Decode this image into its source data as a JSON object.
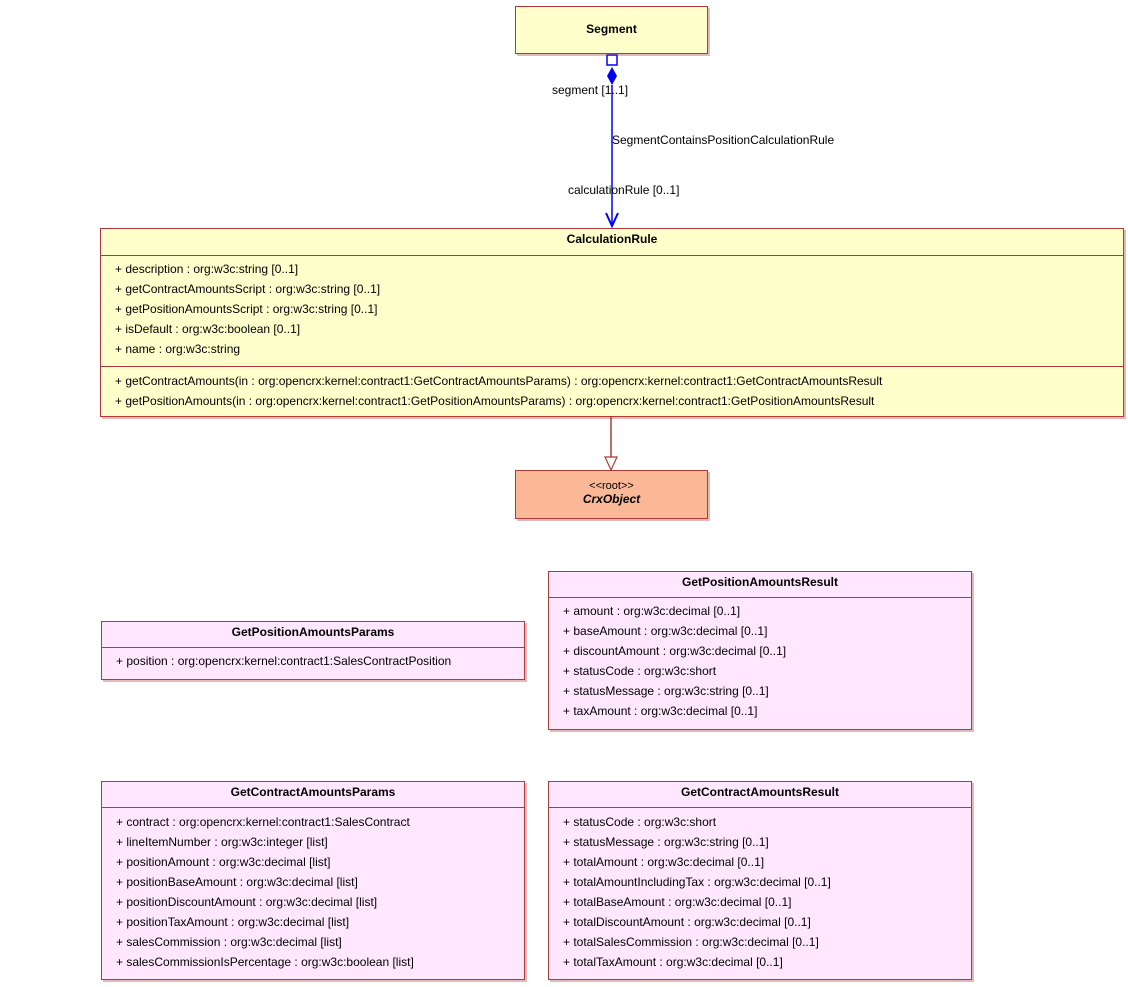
{
  "diagram": {
    "association": {
      "name": "SegmentContainsPositionCalculationRule",
      "source_end": "segment [1..1]",
      "target_end": "calculationRule [0..1]"
    },
    "classes": {
      "segment": {
        "name": "Segment",
        "color": "#ffffcc"
      },
      "calculation_rule": {
        "name": "CalculationRule",
        "color": "#ffffcc",
        "attributes": [
          "+ description : org:w3c:string [0..1]",
          "+ getContractAmountsScript : org:w3c:string [0..1]",
          "+ getPositionAmountsScript : org:w3c:string [0..1]",
          "+ isDefault : org:w3c:boolean [0..1]",
          "+ name : org:w3c:string"
        ],
        "operations": [
          "+ getContractAmounts(in : org:opencrx:kernel:contract1:GetContractAmountsParams) : org:opencrx:kernel:contract1:GetContractAmountsResult",
          "+ getPositionAmounts(in : org:opencrx:kernel:contract1:GetPositionAmountsParams) : org:opencrx:kernel:contract1:GetPositionAmountsResult"
        ]
      },
      "crx_object": {
        "stereotype": "<<root>>",
        "name": "CrxObject",
        "color": "#fbb896"
      },
      "get_position_amounts_params": {
        "name": "GetPositionAmountsParams",
        "color": "#ffe8ff",
        "attributes": [
          "+ position : org:opencrx:kernel:contract1:SalesContractPosition"
        ]
      },
      "get_position_amounts_result": {
        "name": "GetPositionAmountsResult",
        "color": "#ffe8ff",
        "attributes": [
          "+ amount : org:w3c:decimal [0..1]",
          "+ baseAmount : org:w3c:decimal [0..1]",
          "+ discountAmount : org:w3c:decimal [0..1]",
          "+ statusCode : org:w3c:short",
          "+ statusMessage : org:w3c:string [0..1]",
          "+ taxAmount : org:w3c:decimal [0..1]"
        ]
      },
      "get_contract_amounts_params": {
        "name": "GetContractAmountsParams",
        "color": "#ffe8ff",
        "attributes": [
          "+ contract : org:opencrx:kernel:contract1:SalesContract",
          "+ lineItemNumber : org:w3c:integer [list]",
          "+ positionAmount : org:w3c:decimal [list]",
          "+ positionBaseAmount : org:w3c:decimal [list]",
          "+ positionDiscountAmount : org:w3c:decimal [list]",
          "+ positionTaxAmount : org:w3c:decimal [list]",
          "+ salesCommission : org:w3c:decimal [list]",
          "+ salesCommissionIsPercentage : org:w3c:boolean [list]"
        ]
      },
      "get_contract_amounts_result": {
        "name": "GetContractAmountsResult",
        "color": "#ffe8ff",
        "attributes": [
          "+ statusCode : org:w3c:short",
          "+ statusMessage : org:w3c:string [0..1]",
          "+ totalAmount : org:w3c:decimal [0..1]",
          "+ totalAmountIncludingTax : org:w3c:decimal [0..1]",
          "+ totalBaseAmount : org:w3c:decimal [0..1]",
          "+ totalDiscountAmount : org:w3c:decimal [0..1]",
          "+ totalSalesCommission : org:w3c:decimal [0..1]",
          "+ totalTaxAmount : org:w3c:decimal [0..1]"
        ]
      }
    },
    "colors": {
      "border": "#b03a3a",
      "association_line": "#0000ff"
    }
  }
}
